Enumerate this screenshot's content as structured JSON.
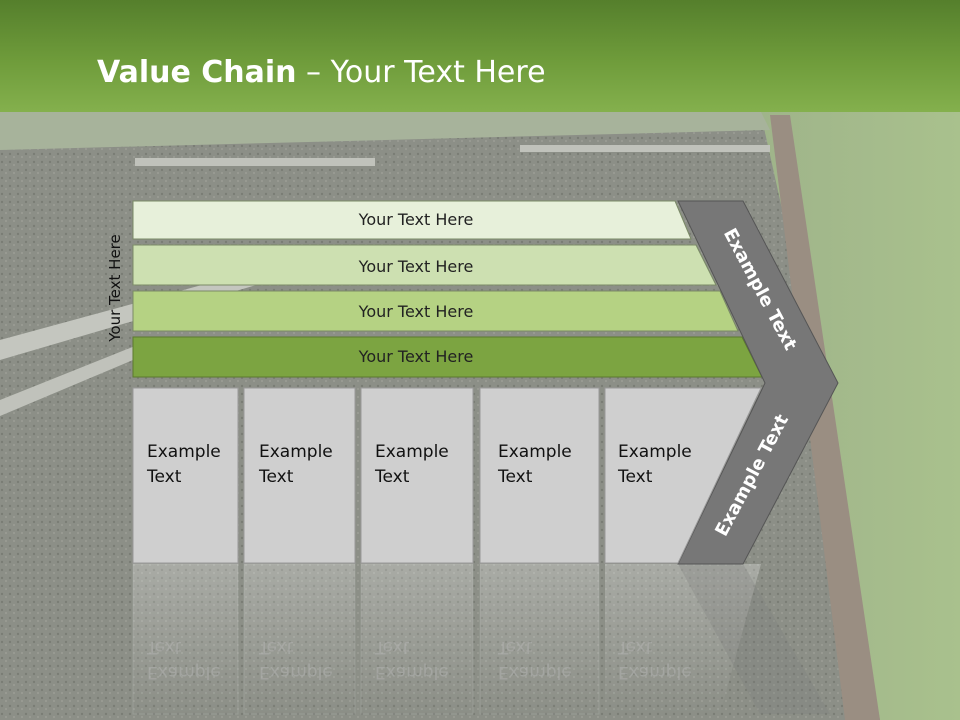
{
  "title": {
    "bold": "Value Chain",
    "rest": " – Your Text Here"
  },
  "side_label": "Your Text Here",
  "bars": [
    {
      "label": "Your Text Here",
      "color": "#e7f0da"
    },
    {
      "label": "Your Text Here",
      "color": "#cde0b1"
    },
    {
      "label": "Your Text Here",
      "color": "#b5d283"
    },
    {
      "label": "Your Text Here",
      "color": "#7ca441"
    }
  ],
  "chevron": {
    "top_label": "Example Text",
    "bottom_label": "Example Text",
    "color": "#777777"
  },
  "boxes": [
    {
      "line1": "Example",
      "line2": "Text"
    },
    {
      "line1": "Example",
      "line2": "Text"
    },
    {
      "line1": "Example",
      "line2": "Text"
    },
    {
      "line1": "Example",
      "line2": "Text"
    },
    {
      "line1": "Example",
      "line2": "Text"
    }
  ],
  "colors": {
    "title_bar": "#6f9c3b",
    "box_fill": "#cfcfcf",
    "background": "#8e9289"
  }
}
